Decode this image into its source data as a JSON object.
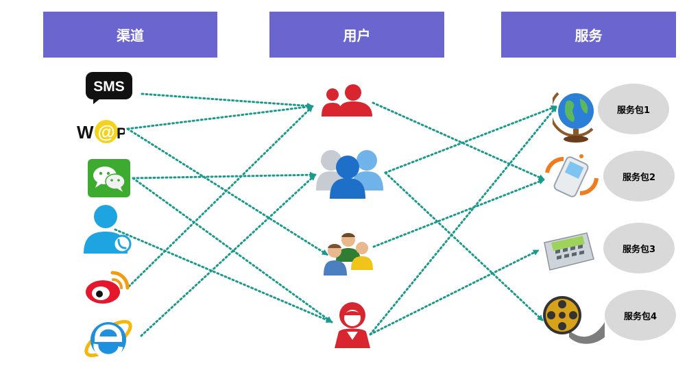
{
  "headers": {
    "channels": "渠道",
    "users": "用户",
    "services": "服务"
  },
  "channels": {
    "sms": {
      "icon": "sms-icon",
      "label": "SMS"
    },
    "wap": {
      "icon": "wap-icon",
      "label": "W@P"
    },
    "wechat": {
      "icon": "wechat-icon"
    },
    "phone_user": {
      "icon": "phone-user-icon"
    },
    "weibo": {
      "icon": "weibo-icon"
    },
    "ie": {
      "icon": "ie-browser-icon"
    }
  },
  "users": {
    "pair": {
      "icon": "user-pair-icon"
    },
    "blue_group": {
      "icon": "user-group-blue-icon"
    },
    "team": {
      "icon": "team-icon"
    },
    "female": {
      "icon": "female-user-icon"
    }
  },
  "services": {
    "globe": {
      "icon": "globe-icon"
    },
    "mobile": {
      "icon": "mobile-phone-icon"
    },
    "calculator": {
      "icon": "calculator-icon"
    },
    "film": {
      "icon": "film-reel-icon"
    }
  },
  "packages": [
    "服务包1",
    "服务包2",
    "服务包3",
    "服务包4"
  ],
  "colors": {
    "header_bg": "#6b66cf",
    "arrow": "#1a9a8c",
    "package_bg": "#d9d9d9",
    "user_red": "#d9252f",
    "user_blue": "#1e7fd0"
  },
  "connections": [
    [
      "sms",
      "pair"
    ],
    [
      "wap",
      "pair"
    ],
    [
      "wap",
      "team"
    ],
    [
      "wechat",
      "blue_group"
    ],
    [
      "wechat",
      "female"
    ],
    [
      "phone_user",
      "female"
    ],
    [
      "weibo",
      "pair"
    ],
    [
      "ie",
      "blue_group"
    ],
    [
      "pair",
      "mobile"
    ],
    [
      "blue_group",
      "globe"
    ],
    [
      "blue_group",
      "film"
    ],
    [
      "team",
      "mobile"
    ],
    [
      "female",
      "globe"
    ],
    [
      "female",
      "calculator"
    ]
  ]
}
